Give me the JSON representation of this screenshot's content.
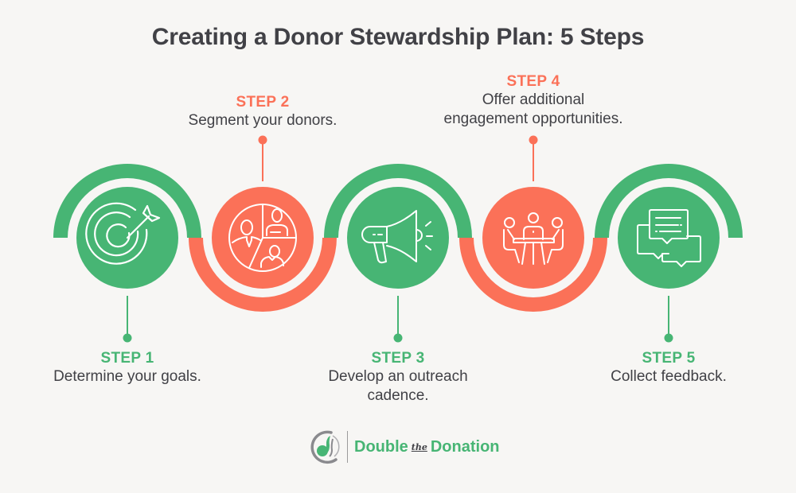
{
  "title": "Creating a Donor Stewardship Plan: 5 Steps",
  "colors": {
    "green": "#47b574",
    "orange": "#fb7158",
    "text": "#414146",
    "background": "#f7f6f4"
  },
  "steps": [
    {
      "label": "STEP 1",
      "line1": "Determine your goals.",
      "line2": "",
      "icon": "target-icon",
      "color": "green",
      "position": "below"
    },
    {
      "label": "STEP 2",
      "line1": "Segment your donors.",
      "line2": "",
      "icon": "donor-segments-icon",
      "color": "orange",
      "position": "above"
    },
    {
      "label": "STEP 3",
      "line1": "Develop an outreach",
      "line2": "cadence.",
      "icon": "megaphone-icon",
      "color": "green",
      "position": "below"
    },
    {
      "label": "STEP 4",
      "line1": "Offer additional",
      "line2": "engagement opportunities.",
      "icon": "meeting-icon",
      "color": "orange",
      "position": "above"
    },
    {
      "label": "STEP 5",
      "line1": "Collect feedback.",
      "line2": "",
      "icon": "chat-bubbles-icon",
      "color": "green",
      "position": "below"
    }
  ],
  "logo": {
    "word1": "Double",
    "word2": "the",
    "word3": "Donation"
  }
}
